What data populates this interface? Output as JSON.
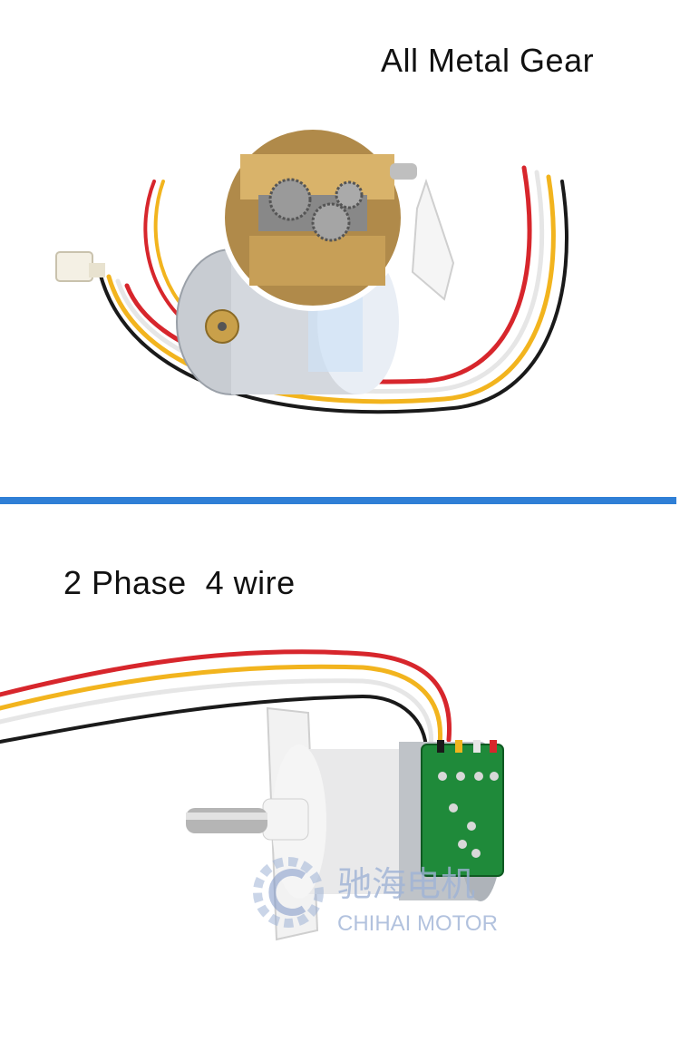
{
  "top_panel": {
    "heading": "All Metal Gear"
  },
  "bottom_panel": {
    "heading": "2 Phase  4 wire",
    "watermark": {
      "chinese": "驰海电机",
      "english": "CHIHAI MOTOR"
    }
  },
  "colors": {
    "divider": "#2f7fd6",
    "wire_red": "#d7262c",
    "wire_yellow": "#f2b41e",
    "wire_white": "#e6e6e6",
    "wire_black": "#1a1a1a",
    "brass": "#c9a04a",
    "pcb_green": "#1f8a3a",
    "watermark": "#9fb3d6"
  }
}
